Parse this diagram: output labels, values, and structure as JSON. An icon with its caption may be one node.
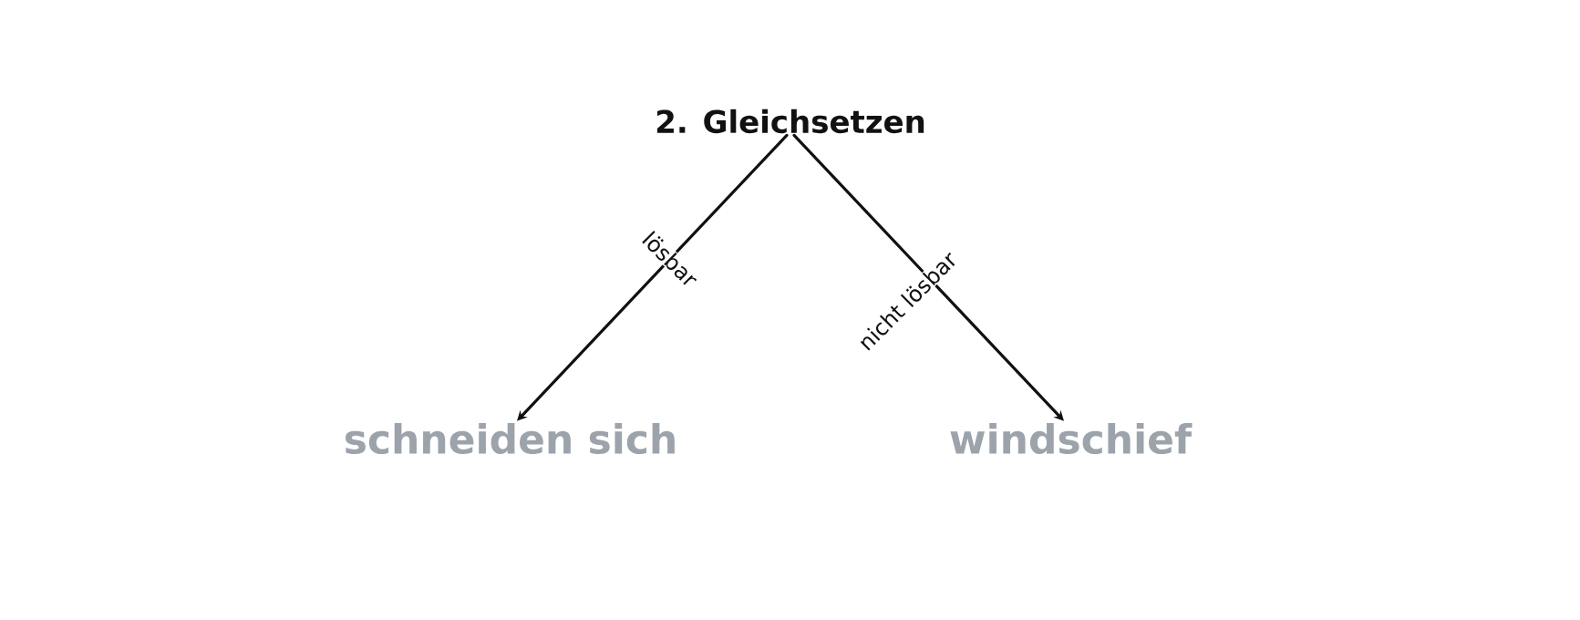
{
  "diagram": {
    "nodes": [
      {
        "text": [
          "2. Gleichsetzen"
        ]
      },
      {
        "text": [
          "schneiden sich"
        ]
      },
      {
        "text": [
          "windschief"
        ]
      }
    ],
    "edges": [
      {
        "from": 0,
        "to": 1,
        "arrow": "to",
        "label": "lösbar"
      },
      {
        "from": 0,
        "to": 2,
        "arrow": "to",
        "label": "nicht lösbar"
      }
    ]
  }
}
